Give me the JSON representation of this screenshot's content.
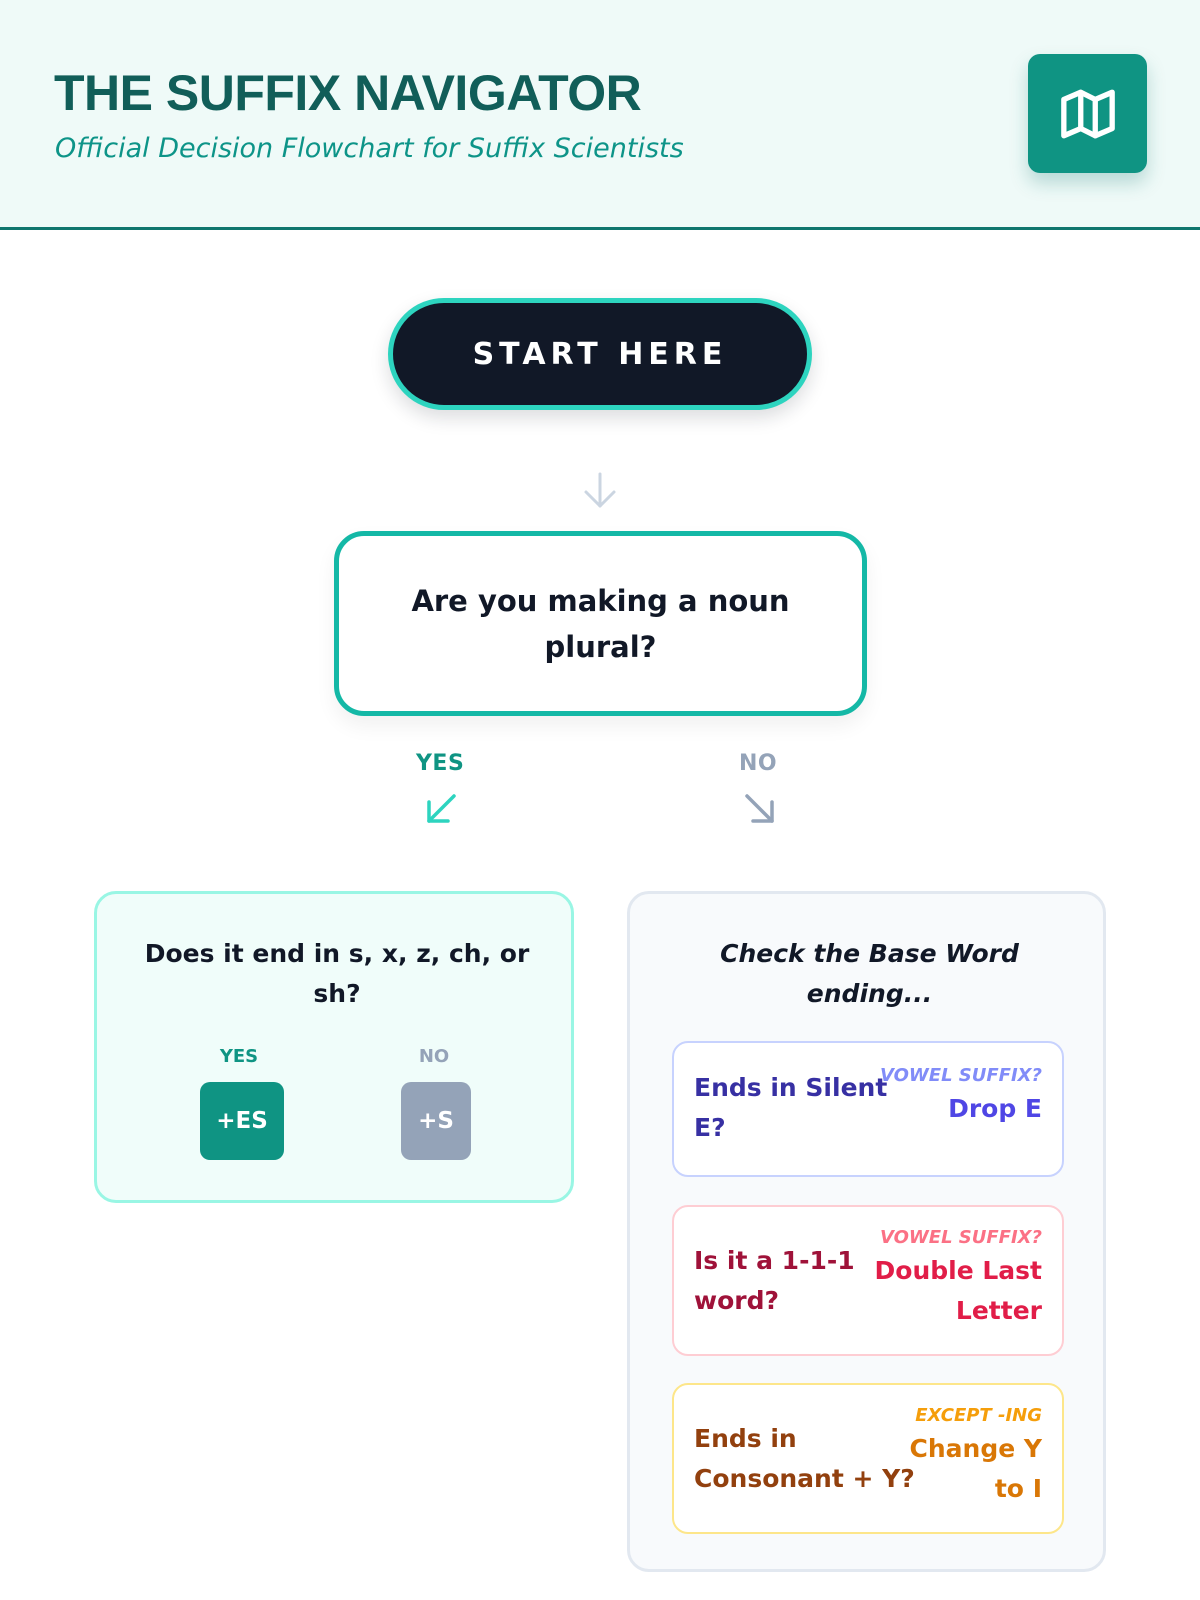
{
  "header": {
    "title": "THE SUFFIX NAVIGATOR",
    "subtitle": "Official Decision Flowchart for Suffix Scientists",
    "icon": "map-icon"
  },
  "start": {
    "label": "START HERE"
  },
  "question_1": {
    "text": "Are you making a noun plural?"
  },
  "branches": {
    "yes": "YES",
    "no": "NO"
  },
  "yes_branch": {
    "question": "Does it end in s, x, z, ch, or sh?",
    "yes_label": "YES",
    "no_label": "NO",
    "yes_result": "+ES",
    "no_result": "+S"
  },
  "no_branch": {
    "question": "Check the Base Word ending...",
    "rules": [
      {
        "condition": "Ends in Silent E?",
        "hint": "VOWEL SUFFIX?",
        "action": "Drop E"
      },
      {
        "condition": "Is it a 1-1-1 word?",
        "hint": "VOWEL SUFFIX?",
        "action": "Double Last Letter"
      },
      {
        "condition": "Ends in Consonant + Y?",
        "hint": "EXCEPT -ING",
        "action": "Change Y to I"
      }
    ]
  },
  "colors": {
    "brand": "#115e59",
    "accent": "#0f9483",
    "teal_border": "#14b8a6",
    "indigo": "#4f46e5",
    "rose": "#e11d48",
    "amber": "#d97706",
    "muted": "#94a3b8"
  }
}
